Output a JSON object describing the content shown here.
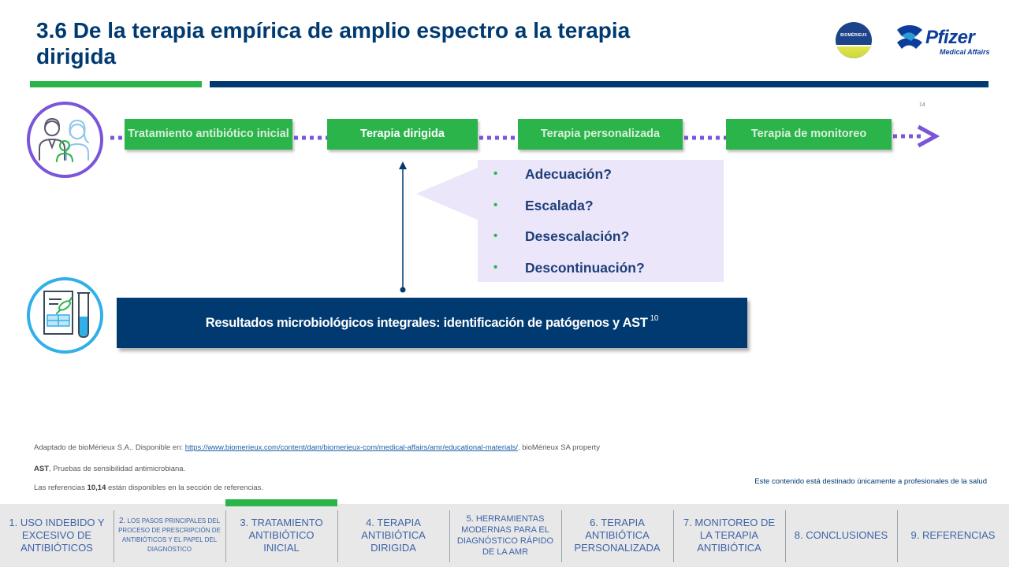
{
  "slide": {
    "title": "3.6 De la terapia empírica de amplio espectro a la terapia dirigida",
    "page_number": "14"
  },
  "logos": {
    "biomerieux": "BIOMÉRIEUX",
    "pfizer": "Pfizer",
    "pfizer_sub": "Medical Affairs"
  },
  "flow": {
    "steps": [
      {
        "label": "Tratamiento antibiótico inicial",
        "state": "faded"
      },
      {
        "label": "Terapia dirigida",
        "state": "active"
      },
      {
        "label": "Terapia personalizada",
        "state": "faded"
      },
      {
        "label": "Terapia de monitoreo",
        "state": "faded"
      }
    ]
  },
  "questions": [
    "Adecuación?",
    "Escalada?",
    "Desescalación?",
    "Descontinuación?"
  ],
  "result": {
    "text": "Resultados microbiológicos integrales: identificación de patógenos y AST",
    "ref": "10"
  },
  "footnotes": {
    "source_prefix": "Adaptado de bioMérieux S.A.. Disponible en: ",
    "source_link": "https://www.biomerieux.com/content/dam/biomerieux-com/medical-affairs/amr/educational-materials/",
    "source_suffix": ". bioMérieux SA property",
    "abbr_term": "AST",
    "abbr_def": ", Pruebas de sensibilidad antimicrobiana.",
    "refs_prefix": "Las referencias ",
    "refs_nums": "10,14",
    "refs_suffix": " están disponibles en la sección de referencias.",
    "disclaimer": "Este contenido está destinado únicamente a profesionales de la salud"
  },
  "nav": [
    {
      "lead": "1. USO INDEBIDO Y EXCESIVO DE ANTIBIÓTICOS",
      "rest": ""
    },
    {
      "lead": "2.",
      "rest": " LOS PASOS PRINCIPALES DEL PROCESO DE PRESCRIPCIÓN DE ANTIBIÓTICOS Y EL PAPEL DEL DIAGNÓSTICO"
    },
    {
      "lead": "3. TRATAMIENTO ANTIBIÓTICO INICIAL",
      "rest": ""
    },
    {
      "lead": "4. TERAPIA ANTIBIÓTICA DIRIGIDA",
      "rest": ""
    },
    {
      "lead": "5. HERRAMIENTAS MODERNAS PARA EL DIAGNÓSTICO RÁPIDO DE LA AMR",
      "rest": ""
    },
    {
      "lead": "6. TERAPIA ANTIBIÓTICA PERSONALIZADA",
      "rest": ""
    },
    {
      "lead": "7. MONITOREO DE LA TERAPIA ANTIBIÓTICA",
      "rest": ""
    },
    {
      "lead": "8. CONCLUSIONES",
      "rest": ""
    },
    {
      "lead": "9. REFERENCIAS",
      "rest": ""
    }
  ],
  "colors": {
    "navy": "#003a70",
    "green": "#2bb44a",
    "purple": "#7b55d9",
    "cyan": "#31b0e8",
    "lavender": "#ebe6fa"
  }
}
